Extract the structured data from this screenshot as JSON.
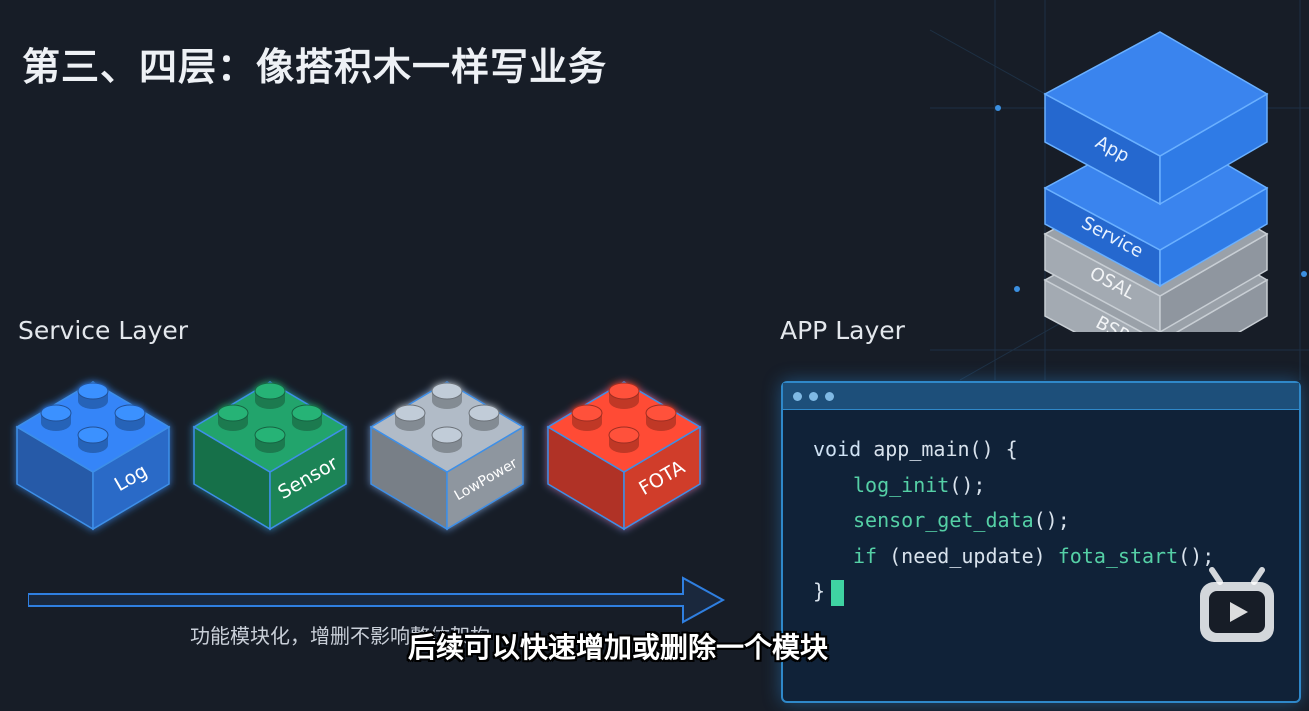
{
  "title": "第三、四层：像搭积木一样写业务",
  "service_layer": {
    "label": "Service Layer",
    "bricks": [
      {
        "label": "Log",
        "color": "#2f74d8"
      },
      {
        "label": "Sensor",
        "color": "#1f8f5e"
      },
      {
        "label": "LowPower",
        "color": "#9aa3ad"
      },
      {
        "label": "FOTA",
        "color": "#e2412f"
      }
    ],
    "caption": "功能模块化，增删不影响整体架构"
  },
  "app_layer": {
    "label": "APP Layer",
    "code": {
      "line1_kw": "void",
      "line1_rest": " app_main() {",
      "line2_fn": "log_init",
      "line2_rest": "();",
      "line3_fn": "sensor_get_data",
      "line3_rest": "();",
      "line4_kw": "if",
      "line4_mid": " (need_update) ",
      "line4_fn": "fota_start",
      "line4_rest": "();",
      "line5": "}"
    }
  },
  "stack": {
    "layers": [
      "App",
      "Service",
      "OSAL",
      "BSP"
    ]
  },
  "subtitle": "后续可以快速增加或删除一个模块",
  "colors": {
    "background": "#171d27",
    "accent_blue": "#2f7fe0",
    "code_green": "#55d0a6"
  }
}
